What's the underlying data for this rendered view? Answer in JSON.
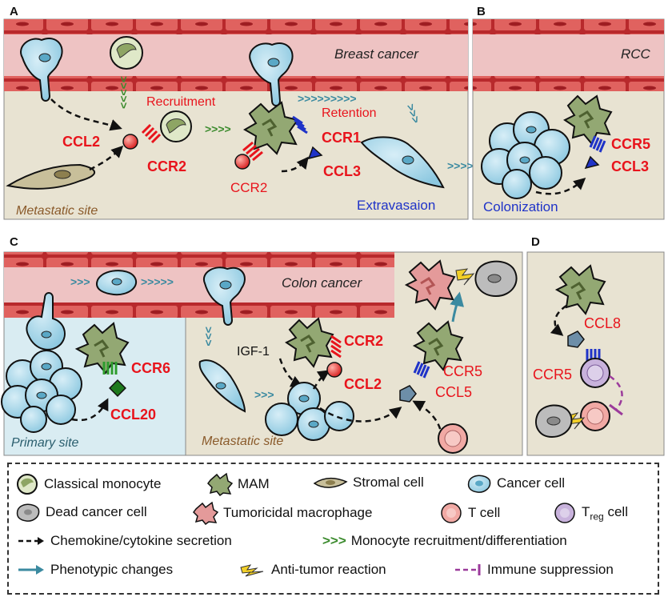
{
  "panels": {
    "a": "A",
    "b": "B",
    "c": "C",
    "d": "D"
  },
  "labels": {
    "breast_cancer": "Breast cancer",
    "rcc": "RCC",
    "colon_cancer": "Colon cancer",
    "metastatic_site": "Metastatic site",
    "primary_site": "Primary site",
    "recruitment": "Recruitment",
    "retention": "Retention",
    "extravasation": "Extravasaion",
    "colonization": "Colonization",
    "igf1": "IGF-1"
  },
  "molecules": {
    "ccl2": "CCL2",
    "ccr2": "CCR2",
    "ccr1": "CCR1",
    "ccl3": "CCL3",
    "ccr2_small": "CCR2",
    "ccr5_b": "CCR5",
    "ccl3_b": "CCL3",
    "ccr6": "CCR6",
    "ccl20": "CCL20",
    "ccr2_c": "CCR2",
    "ccl2_c": "CCL2",
    "ccr5_c": "CCR5",
    "ccl5_c": "CCL5",
    "ccl8_d": "CCL8",
    "ccr5_d": "CCR5"
  },
  "legend": {
    "classical_monocyte": "Classical monocyte",
    "mam": "MAM",
    "stromal_cell": "Stromal cell",
    "cancer_cell": "Cancer cell",
    "dead_cancer_cell": "Dead cancer cell",
    "tumoricidal_macrophage": "Tumoricidal macrophage",
    "t_cell": "T cell",
    "treg_cell_main": "T",
    "treg_cell_sub": "reg",
    "treg_cell_tail": " cell",
    "chemokine_secretion": "Chemokine/cytokine secretion",
    "monocyte_recruitment": "Monocyte recruitment/differentiation",
    "phenotypic_changes": "Phenotypic changes",
    "anti_tumor": "Anti-tumor reaction",
    "immune_suppression": "Immune suppression"
  },
  "colors": {
    "panel_bg": "#e8e3d2",
    "primary_bg": "#d9ecf2",
    "vessel": "#eec3c3",
    "wall": "#e0625f",
    "cancer": "#a9d6e8",
    "mam": "#93a873",
    "monocyte": "#b9cf95",
    "tumoricidal": "#e49a9a",
    "tcell": "#f1a9a4",
    "treg": "#c8b2dc",
    "dead": "#bcbcbc",
    "red_text": "#e8141c",
    "blue_text": "#1f33c8",
    "green_arrow": "#3c8b2e",
    "teal_arrow": "#3b8aa0",
    "purple": "#9b3a9b"
  }
}
